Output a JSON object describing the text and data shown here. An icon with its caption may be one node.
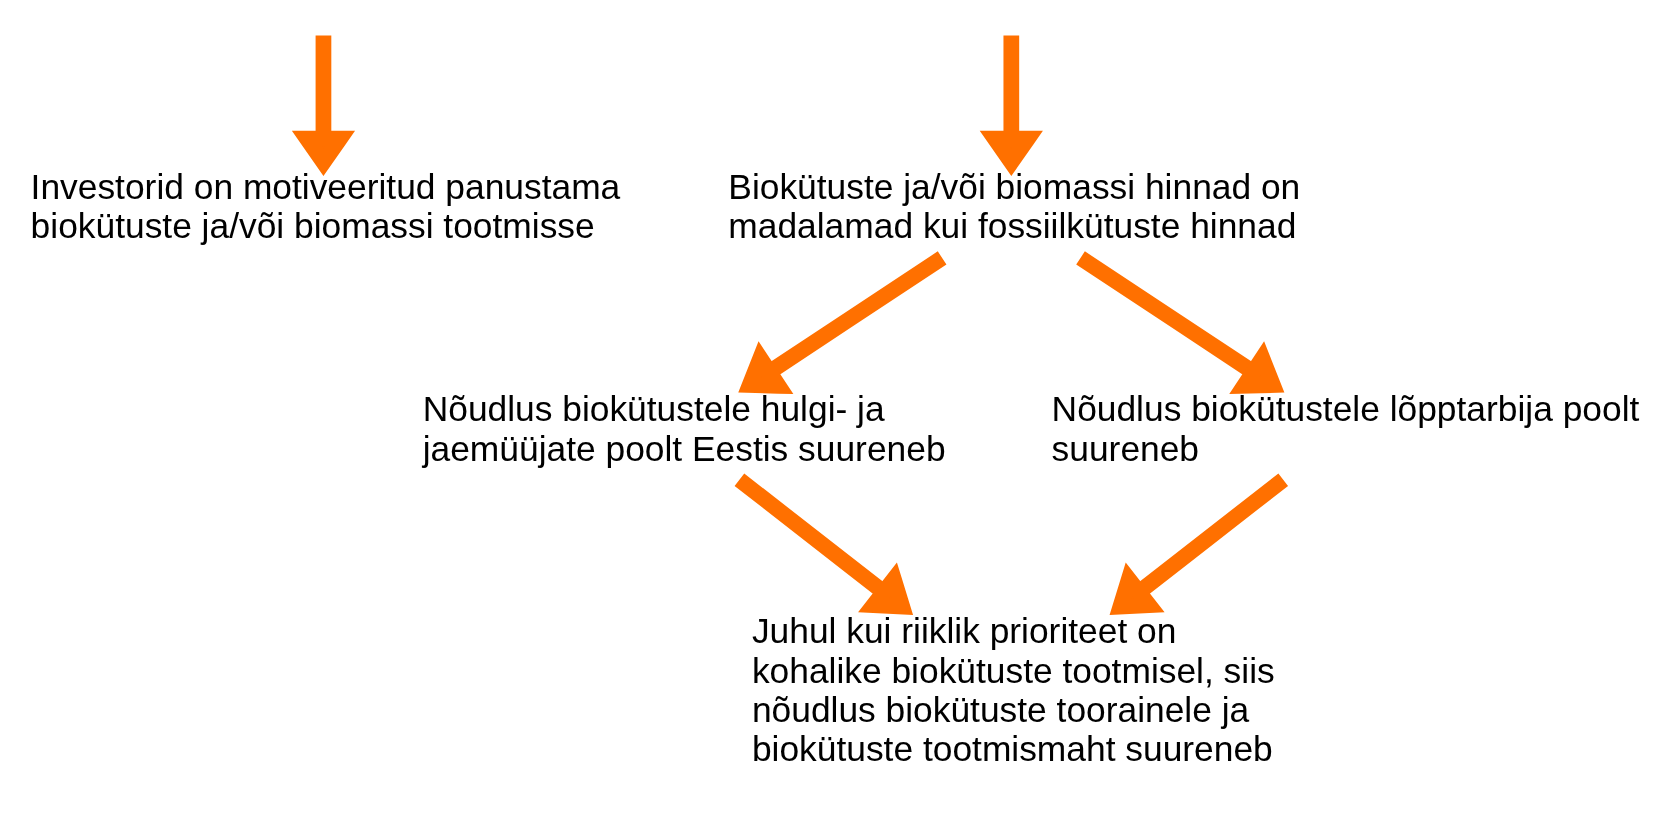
{
  "diagram": {
    "nodes": [
      {
        "text": [
          "Investorid on motiveeritud panustama biokütuste ja/või biomassi tootmisse"
        ]
      },
      {
        "text": [
          "Biokütuste ja/või biomassi hinnad on madalamad kui fossiilkütuste hinnad"
        ]
      },
      {
        "text": [
          "Nõudlus biokütustele hulgi- ja jaemüüjate poolt Eestis suureneb"
        ]
      },
      {
        "text": [
          "Nõudlus biokütustele lõpptarbija poolt suureneb"
        ]
      },
      {
        "text": [
          "Juhul kui riiklik prioriteet on kohalike biokütuste tootmisel, siis nõudlus biokütuste toorainele ja biokütuste tootmismaht suureneb"
        ]
      }
    ],
    "edges": [
      {
        "from": null,
        "to": 0,
        "arrow": "to"
      },
      {
        "from": null,
        "to": 1,
        "arrow": "to"
      },
      {
        "from": 1,
        "to": 2,
        "arrow": "to"
      },
      {
        "from": 1,
        "to": 3,
        "arrow": "to"
      },
      {
        "from": 2,
        "to": 4,
        "arrow": "to"
      },
      {
        "from": 3,
        "to": 4,
        "arrow": "to"
      }
    ]
  }
}
